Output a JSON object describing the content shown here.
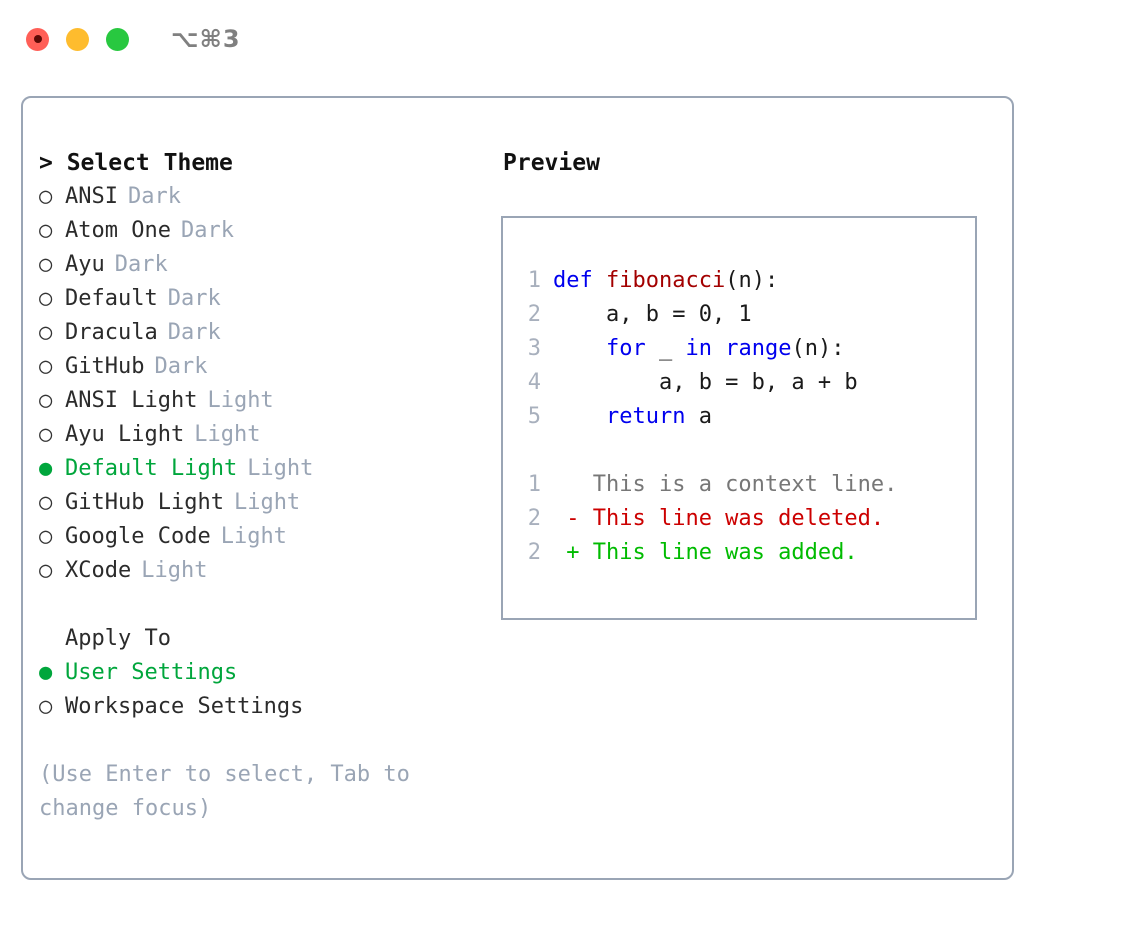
{
  "titlebar": {
    "shortcut": "⌥⌘3",
    "buttons": [
      {
        "name": "close",
        "color": "#ff5f57"
      },
      {
        "name": "minimize",
        "color": "#febc2e"
      },
      {
        "name": "maximize",
        "color": "#28c840"
      }
    ]
  },
  "accent_color": "#00a63c",
  "border_color": "#9aa5b5",
  "theme_panel": {
    "heading": "> Select Theme",
    "items": [
      {
        "marker": "○",
        "label": "ANSI",
        "tag": "Dark",
        "selected": false
      },
      {
        "marker": "○",
        "label": "Atom One",
        "tag": "Dark",
        "selected": false
      },
      {
        "marker": "○",
        "label": "Ayu",
        "tag": "Dark",
        "selected": false
      },
      {
        "marker": "○",
        "label": "Default",
        "tag": "Dark",
        "selected": false
      },
      {
        "marker": "○",
        "label": "Dracula",
        "tag": "Dark",
        "selected": false
      },
      {
        "marker": "○",
        "label": "GitHub",
        "tag": "Dark",
        "selected": false
      },
      {
        "marker": "○",
        "label": "ANSI Light",
        "tag": "Light",
        "selected": false
      },
      {
        "marker": "○",
        "label": "Ayu Light",
        "tag": "Light",
        "selected": false
      },
      {
        "marker": "●",
        "label": "Default Light",
        "tag": "Light",
        "selected": true
      },
      {
        "marker": "○",
        "label": "GitHub Light",
        "tag": "Light",
        "selected": false
      },
      {
        "marker": "○",
        "label": "Google Code",
        "tag": "Light",
        "selected": false
      },
      {
        "marker": "○",
        "label": "XCode",
        "tag": "Light",
        "selected": false
      }
    ]
  },
  "apply_to": {
    "heading": "Apply To",
    "items": [
      {
        "marker": "●",
        "label": "User Settings",
        "selected": true
      },
      {
        "marker": "○",
        "label": "Workspace Settings",
        "selected": false
      }
    ]
  },
  "hint": "(Use Enter to select, Tab to change focus)",
  "preview": {
    "title": "Preview",
    "code_lines": [
      {
        "no": "1",
        "tokens": [
          {
            "t": "def ",
            "c": "kw"
          },
          {
            "t": "fibonacci",
            "c": "fn"
          },
          {
            "t": "(n):",
            "c": "plain"
          }
        ]
      },
      {
        "no": "2",
        "tokens": [
          {
            "t": "    a, b = 0, 1",
            "c": "plain"
          }
        ]
      },
      {
        "no": "3",
        "tokens": [
          {
            "t": "    ",
            "c": "plain"
          },
          {
            "t": "for",
            "c": "kw"
          },
          {
            "t": " _ ",
            "c": "plain"
          },
          {
            "t": "in",
            "c": "kw"
          },
          {
            "t": " ",
            "c": "plain"
          },
          {
            "t": "range",
            "c": "kw"
          },
          {
            "t": "(n):",
            "c": "plain"
          }
        ]
      },
      {
        "no": "4",
        "tokens": [
          {
            "t": "        a, b = b, a + b",
            "c": "plain"
          }
        ]
      },
      {
        "no": "5",
        "tokens": [
          {
            "t": "    ",
            "c": "plain"
          },
          {
            "t": "return",
            "c": "kw"
          },
          {
            "t": " a",
            "c": "plain"
          }
        ]
      }
    ],
    "diff_lines": [
      {
        "no": "1",
        "tokens": [
          {
            "t": "   This is a context line.",
            "c": "ctx"
          }
        ]
      },
      {
        "no": "2",
        "tokens": [
          {
            "t": " - This line was deleted.",
            "c": "del"
          }
        ]
      },
      {
        "no": "2",
        "tokens": [
          {
            "t": " + This line was added.",
            "c": "add"
          }
        ]
      }
    ]
  }
}
